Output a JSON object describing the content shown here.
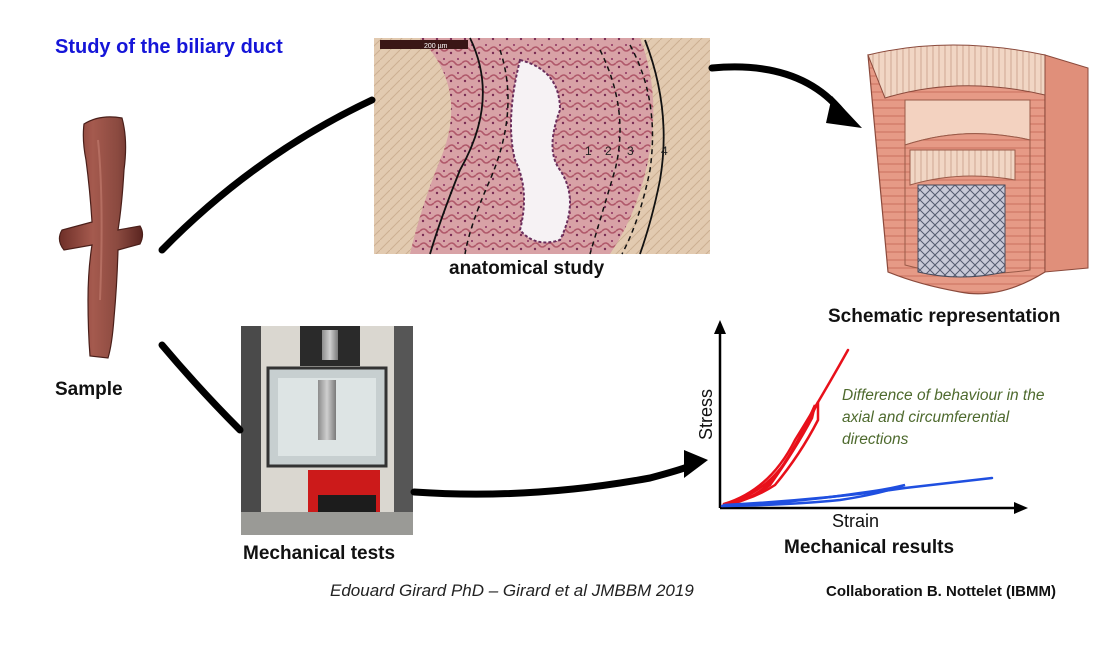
{
  "title": "Study of the biliary duct",
  "labels": {
    "sample": "Sample",
    "anatomical": "anatomical study",
    "schematic": "Schematic representation",
    "mechanical_tests": "Mechanical tests",
    "mechanical_results": "Mechanical results"
  },
  "histology": {
    "scale_bar": "200 µm",
    "layer_numbers": [
      "1",
      "2",
      "3",
      "4"
    ]
  },
  "plot": {
    "ylabel": "Stress",
    "xlabel": "Strain",
    "note": "Difference of behaviour in the axial and circumferential directions",
    "colors": {
      "circumferential": "#e8101a",
      "axial": "#1f4fe0"
    }
  },
  "credit": "Edouard Girard PhD – Girard et al JMBBM 2019",
  "collaboration": "Collaboration B. Nottelet (IBMM)"
}
